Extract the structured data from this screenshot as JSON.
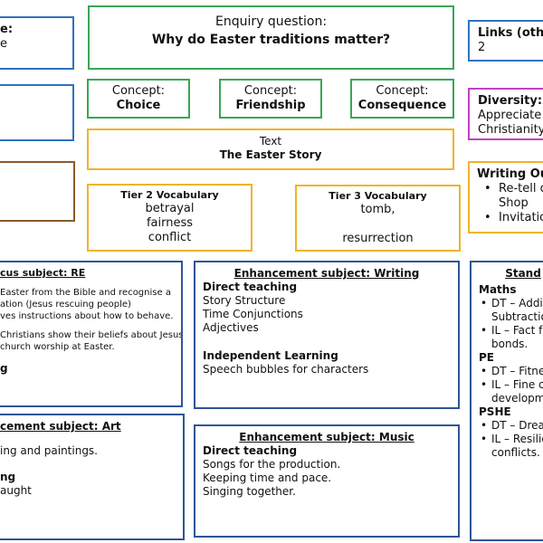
{
  "left_top_box": {
    "title": "e:",
    "text": "e"
  },
  "enquiry": {
    "label": "Enquiry question:",
    "question": "Why do Easter traditions matter?"
  },
  "links": {
    "title": "Links (other",
    "text": "2"
  },
  "concepts": [
    {
      "label": "Concept:",
      "value": "Choice"
    },
    {
      "label": "Concept:",
      "value": "Friendship"
    },
    {
      "label": "Concept:",
      "value": "Consequence"
    }
  ],
  "diversity": {
    "title": "Diversity:",
    "lines": [
      "Appreciate",
      "Christianity."
    ]
  },
  "text_box": {
    "label": "Text",
    "value": "The Easter Story"
  },
  "writing_outcomes": {
    "title": "Writing Outc",
    "items": [
      {
        "lines": [
          "Re-tell of",
          "Shop"
        ]
      },
      {
        "lines": [
          "Invitation"
        ]
      }
    ]
  },
  "tier2": {
    "title": "Tier 2 Vocabulary",
    "words": [
      "betrayal",
      "fairness",
      "conflict"
    ]
  },
  "tier3": {
    "title": "Tier 3 Vocabulary",
    "words": [
      "tomb,",
      "",
      "resurrection"
    ]
  },
  "focus_re": {
    "title": "cus subject: RE",
    "lines": [
      "Easter from the Bible and recognise a",
      "ation (Jesus rescuing people)",
      "ves instructions about how to behave."
    ],
    "lines2": [
      "Christians show their beliefs about Jesus'",
      "church worship at Easter."
    ],
    "heading": "g"
  },
  "writing": {
    "title": "Enhancement subject: Writing",
    "direct_heading": "Direct teaching",
    "direct_items": [
      "Story Structure",
      "Time Conjunctions",
      "Adjectives"
    ],
    "il_heading": "Independent Learning",
    "il_items": [
      "Speech bubbles for characters"
    ]
  },
  "standalone": {
    "title": "Stand",
    "maths": {
      "heading": "Maths",
      "items": [
        [
          "DT – Addi",
          "Subtractio"
        ],
        [
          "IL – Fact f",
          "bonds."
        ]
      ]
    },
    "pe": {
      "heading": "PE",
      "items": [
        [
          "DT – Fitne"
        ],
        [
          "IL – Fine c",
          "developm"
        ]
      ]
    },
    "pshe": {
      "heading": "PSHE",
      "items": [
        [
          "DT – Drea"
        ],
        [
          "IL – Resilie",
          "conflicts."
        ]
      ]
    }
  },
  "art": {
    "title": "cement subject: Art",
    "line1": "ing and paintings.",
    "heading": "ng",
    "line2": "aught"
  },
  "music": {
    "title": "Enhancement subject: Music",
    "heading": "Direct teaching",
    "items": [
      "Songs for the production.",
      "Keeping time and pace.",
      "Singing together."
    ]
  },
  "colors": {
    "green": "#3aa655",
    "blue": "#2f72c0",
    "brown": "#8b5a2b",
    "purple": "#c23fc4",
    "orange": "#f0b429",
    "navy": "#2f5597"
  }
}
